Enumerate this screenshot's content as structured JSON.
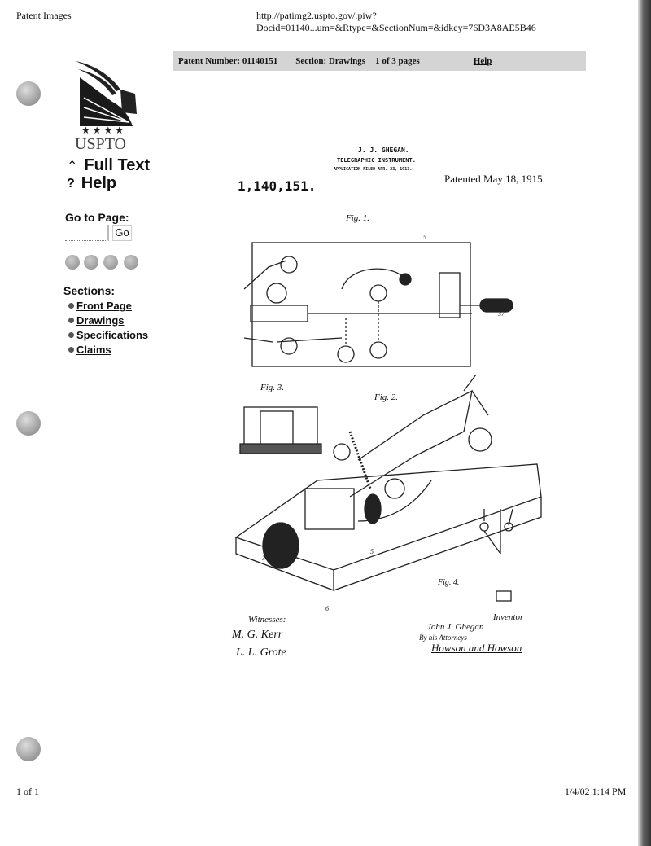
{
  "print_header": {
    "title": "Patent Images",
    "url": "http://patimg2.uspto.gov/.piw?Docid=01140...um=&Rtype=&SectionNum=&idkey=76D3A8AE5B46"
  },
  "toolbar": {
    "patent_number": "Patent Number: 01140151",
    "section": "Section: Drawings",
    "pages": "1 of 3 pages",
    "help": "Help"
  },
  "sidebar": {
    "logo_text": "USPTO",
    "full_text": "Full Text",
    "help": "Help",
    "goto_label": "Go to Page:",
    "go_button": "Go",
    "goto_value": "",
    "sections_label": "Sections:",
    "sections": [
      {
        "label": "Front Page"
      },
      {
        "label": "Drawings"
      },
      {
        "label": "Specifications"
      },
      {
        "label": "Claims"
      }
    ]
  },
  "patent": {
    "inventor": "J. J. GHEGAN.",
    "title": "TELEGRAPHIC INSTRUMENT.",
    "filed": "APPLICATION FILED APR. 23, 1913.",
    "number": "1,140,151.",
    "patented": "Patented May 18, 1915.",
    "fig1": "Fig. 1.",
    "fig2": "Fig. 2.",
    "fig3": "Fig. 3.",
    "fig4": "Fig. 4.",
    "witnesses": "Witnesses:",
    "inventor_label": "Inventor",
    "inventor_sig": "John J. Ghegan",
    "attorneys": "By his Attorneys",
    "attorney_sig": "Howson and Howson",
    "witness_sigs": [
      "M. G. Kerr",
      "L. L. Grote"
    ]
  },
  "print_footer": {
    "page": "1 of 1",
    "datetime": "1/4/02 1:14 PM"
  }
}
